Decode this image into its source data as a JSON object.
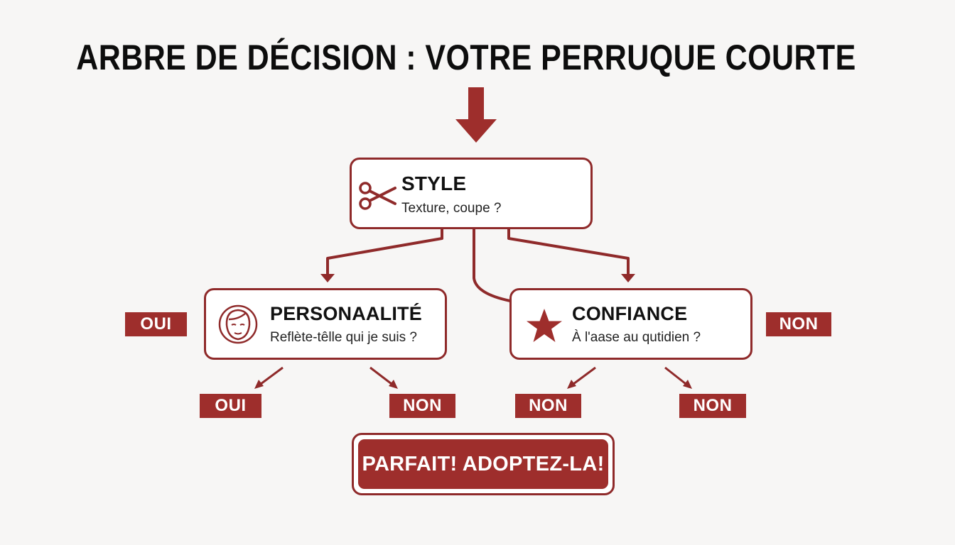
{
  "title": "ARBRE DE DÉCISION : VOTRE PERRUQUE COURTE",
  "colors": {
    "accent": "#9e2e2c",
    "border": "#8f2a2a",
    "background": "#f7f6f5"
  },
  "nodes": {
    "style": {
      "heading": "STYLE",
      "question": "Texture, coupe ?",
      "icon": "scissors-icon"
    },
    "personnalite": {
      "heading": "PERSONAALITÉ",
      "question": "Reflète-têlle qui je suis ?",
      "icon": "face-icon"
    },
    "confiance": {
      "heading": "CONFIANCE",
      "question": "À l'aase au qutidien ?",
      "icon": "star-icon"
    }
  },
  "side_tags": {
    "left": "OUI",
    "right": "NON"
  },
  "answers": {
    "personnalite_yes": "OUI",
    "personnalite_no": "NON",
    "confiance_left": "NON",
    "confiance_right": "NON"
  },
  "final": "PARFAIT! ADOPTEZ-LA!"
}
